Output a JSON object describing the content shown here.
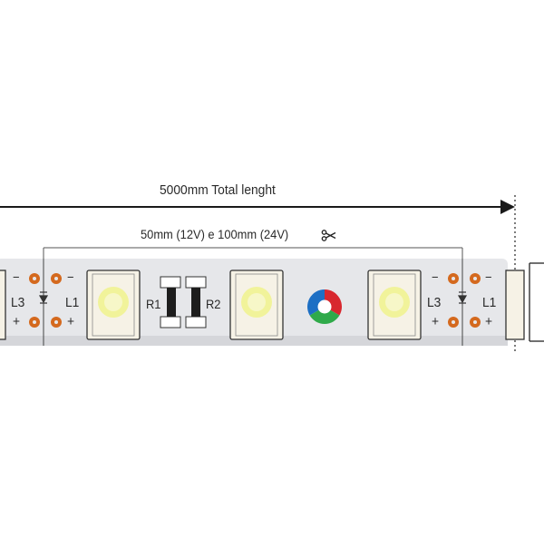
{
  "total_length_label": "5000mm Total lenght",
  "cut_interval_label": "50mm (12V) e 100mm (24V)",
  "cut_icon": "scissors-icon",
  "resistor_labels": [
    "R1",
    "R2"
  ],
  "pad_labels": [
    "L3",
    "L1",
    "L3",
    "L1"
  ],
  "pad_signs": [
    "−",
    "+"
  ],
  "colors": {
    "strip": "#e6e7ea",
    "pad": "#d4691e",
    "led_body": "#f6f2e6",
    "led_core": "#f1f39a",
    "arrow": "#1a1a1a",
    "rgb_red": "#d8272e",
    "rgb_green": "#2faa4a",
    "rgb_blue": "#1d6fc4"
  }
}
